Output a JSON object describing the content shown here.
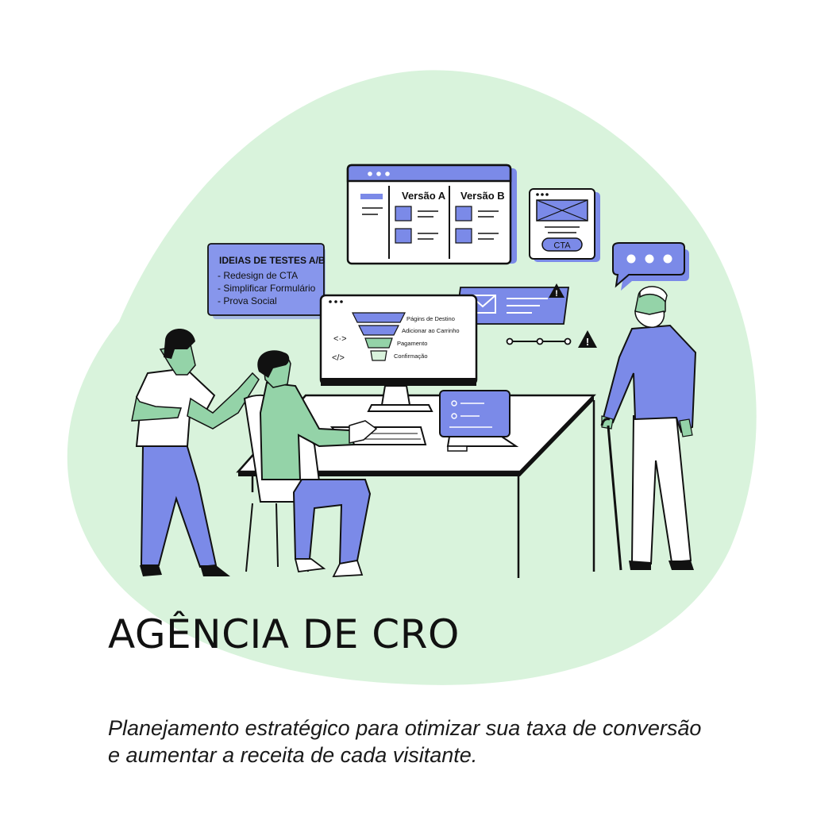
{
  "colors": {
    "blob": "#d9f3dc",
    "accent_blue": "#7b8ae8",
    "skin_green": "#94d3a8",
    "outline": "#111111",
    "warning": "#111111"
  },
  "ab_test_window": {
    "version_a": "Versão A",
    "version_b": "Versão B"
  },
  "cta_card": {
    "button_label": "CTA"
  },
  "ideas_card": {
    "title": "IDEIAS DE TESTES A/B",
    "items": [
      "- Redesign de CTA",
      "- Simplificar Formulário",
      "- Prova Social"
    ]
  },
  "funnel_monitor": {
    "stages": [
      "Págins de Destino",
      "Adicionar ao Carrinho",
      "Pagamento",
      "Confirmação"
    ],
    "code_icons": [
      "<·>",
      "</>"
    ]
  },
  "icons": [
    "email-icon",
    "warning-icon",
    "chat-bubble-icon",
    "slider-icon"
  ],
  "headline": "AGÊNCIA DE CRO",
  "subtitle": "Planejamento estratégico para otimizar sua taxa de conversão e aumentar a receita de cada visitante."
}
